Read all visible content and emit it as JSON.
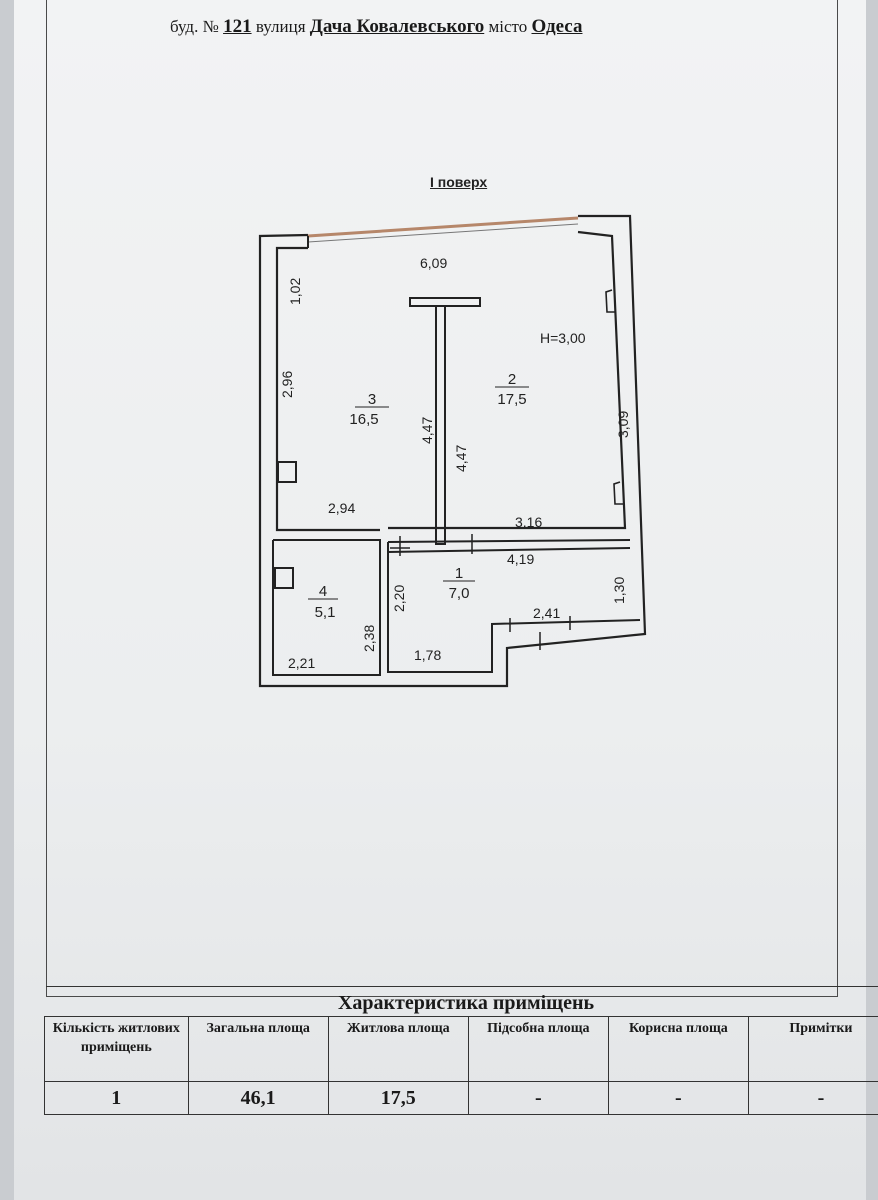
{
  "header": {
    "bud_prefix": "буд. №",
    "building_number": "121",
    "street_prefix": "вулиця",
    "street_name": "Дача Ковалевського",
    "city_prefix": "місто",
    "city_name": "Одеса"
  },
  "plan": {
    "floor_title": "I поверх",
    "height_label": "H=3,00",
    "rooms": [
      {
        "number": "3",
        "area": "16,5"
      },
      {
        "number": "2",
        "area": "17,5"
      },
      {
        "number": "4",
        "area": "5,1"
      },
      {
        "number": "1",
        "area": "7,0"
      }
    ],
    "dimensions": [
      "6,09",
      "1,02",
      "2,96",
      "4,47",
      "4,47",
      "3,09",
      "2,94",
      "3,16",
      "4,19",
      "2,20",
      "2,38",
      "1,30",
      "2,41",
      "2,21",
      "1,78"
    ]
  },
  "table": {
    "title": "Характеристика приміщень",
    "headers": [
      "Кількість житлових приміщень",
      "Загальна площа",
      "Житлова площа",
      "Підсобна площа",
      "Корисна площа",
      "Примітки"
    ],
    "values": [
      "1",
      "46,1",
      "17,5",
      "-",
      "-",
      "-"
    ]
  }
}
